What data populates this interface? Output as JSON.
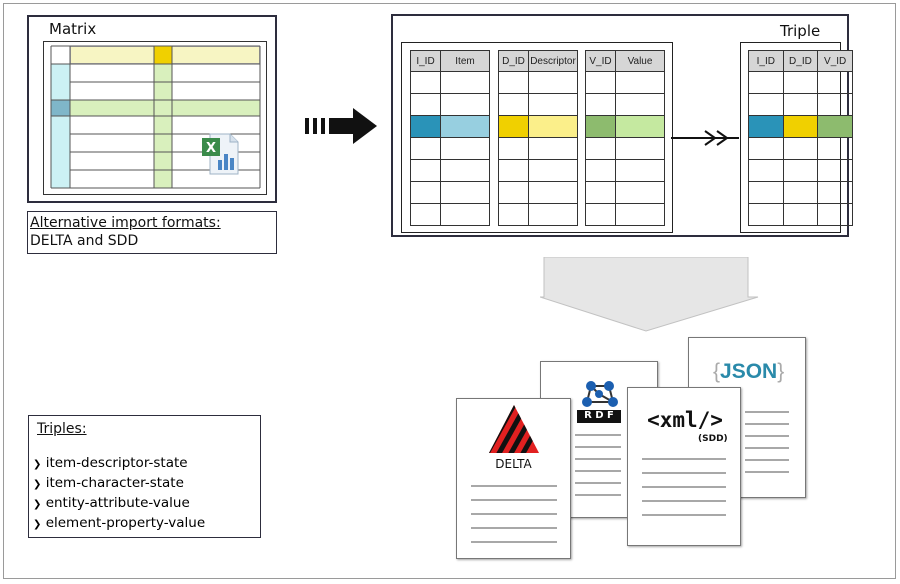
{
  "matrix": {
    "title": "Matrix"
  },
  "alt_import": {
    "heading": "Alternative import formats:",
    "text": "DELTA and SDD"
  },
  "triple_panel": {
    "title": "Triple"
  },
  "tables": {
    "items": {
      "col1": "I_ID",
      "col2": "Item"
    },
    "descriptors": {
      "col1": "D_ID",
      "col2": "Descriptor"
    },
    "values": {
      "col1": "V_ID",
      "col2": "Value"
    },
    "triple": {
      "col1": "I_ID",
      "col2": "D_ID",
      "col3": "V_ID"
    }
  },
  "triples_box": {
    "heading": "Triples:",
    "items": [
      "item-descriptor-state",
      "item-character-state",
      "entity-attribute-value",
      "element-property-value"
    ]
  },
  "formats": {
    "delta": "DELTA",
    "rdf": "R D F",
    "xml": "<xml/>",
    "sdd": "(SDD)",
    "json": "JSON",
    "json_open": "{",
    "json_close": "}"
  },
  "colors": {
    "blue": "#2a93b8",
    "light_blue": "#97cfe0",
    "yellow": "#f0d000",
    "light_yellow": "#fbef8a",
    "green": "#8dbb6e",
    "light_green": "#c5e9a0",
    "cyan_strip": "#ccf1f4",
    "yellow_strip": "#f7f5c3",
    "green_strip": "#d9f0bd"
  }
}
